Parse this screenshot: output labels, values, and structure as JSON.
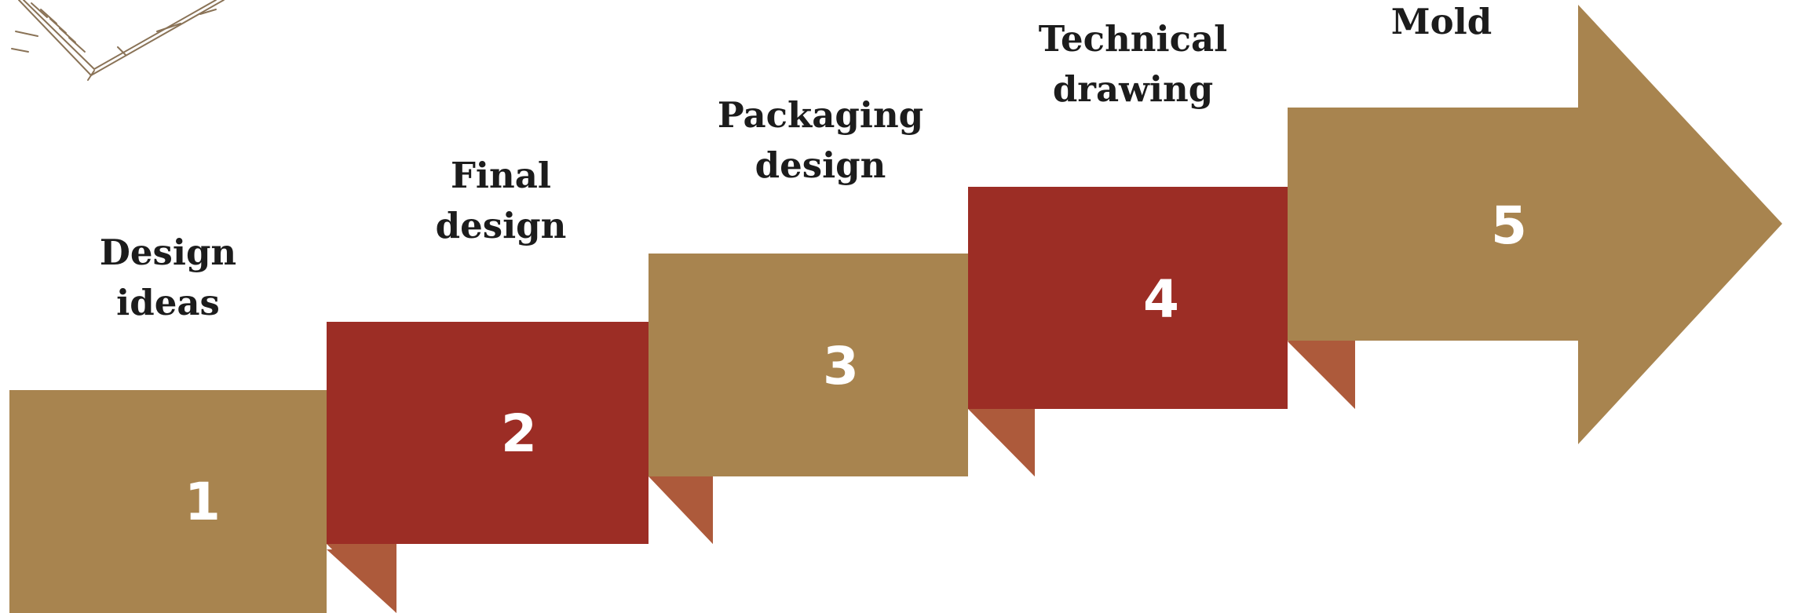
{
  "colors": {
    "gold": "#a8844f",
    "red": "#9c2d25",
    "fold": "#ad5a3b",
    "sketch": "#8a7357",
    "label_text": "#1c1c1c",
    "number_text": "#ffffff"
  },
  "icons": {
    "corner_sketch": "hand-drawn-lines-icon"
  },
  "steps": [
    {
      "number": "1",
      "title_line1": "Design",
      "title_line2": "ideas",
      "color": "gold"
    },
    {
      "number": "2",
      "title_line1": "Final",
      "title_line2": "design",
      "color": "red"
    },
    {
      "number": "3",
      "title_line1": "Packaging",
      "title_line2": "design",
      "color": "gold"
    },
    {
      "number": "4",
      "title_line1": "Technical",
      "title_line2": "drawing",
      "color": "red"
    },
    {
      "number": "5",
      "title_line1": "Mold",
      "title_line2": "",
      "color": "gold"
    }
  ]
}
